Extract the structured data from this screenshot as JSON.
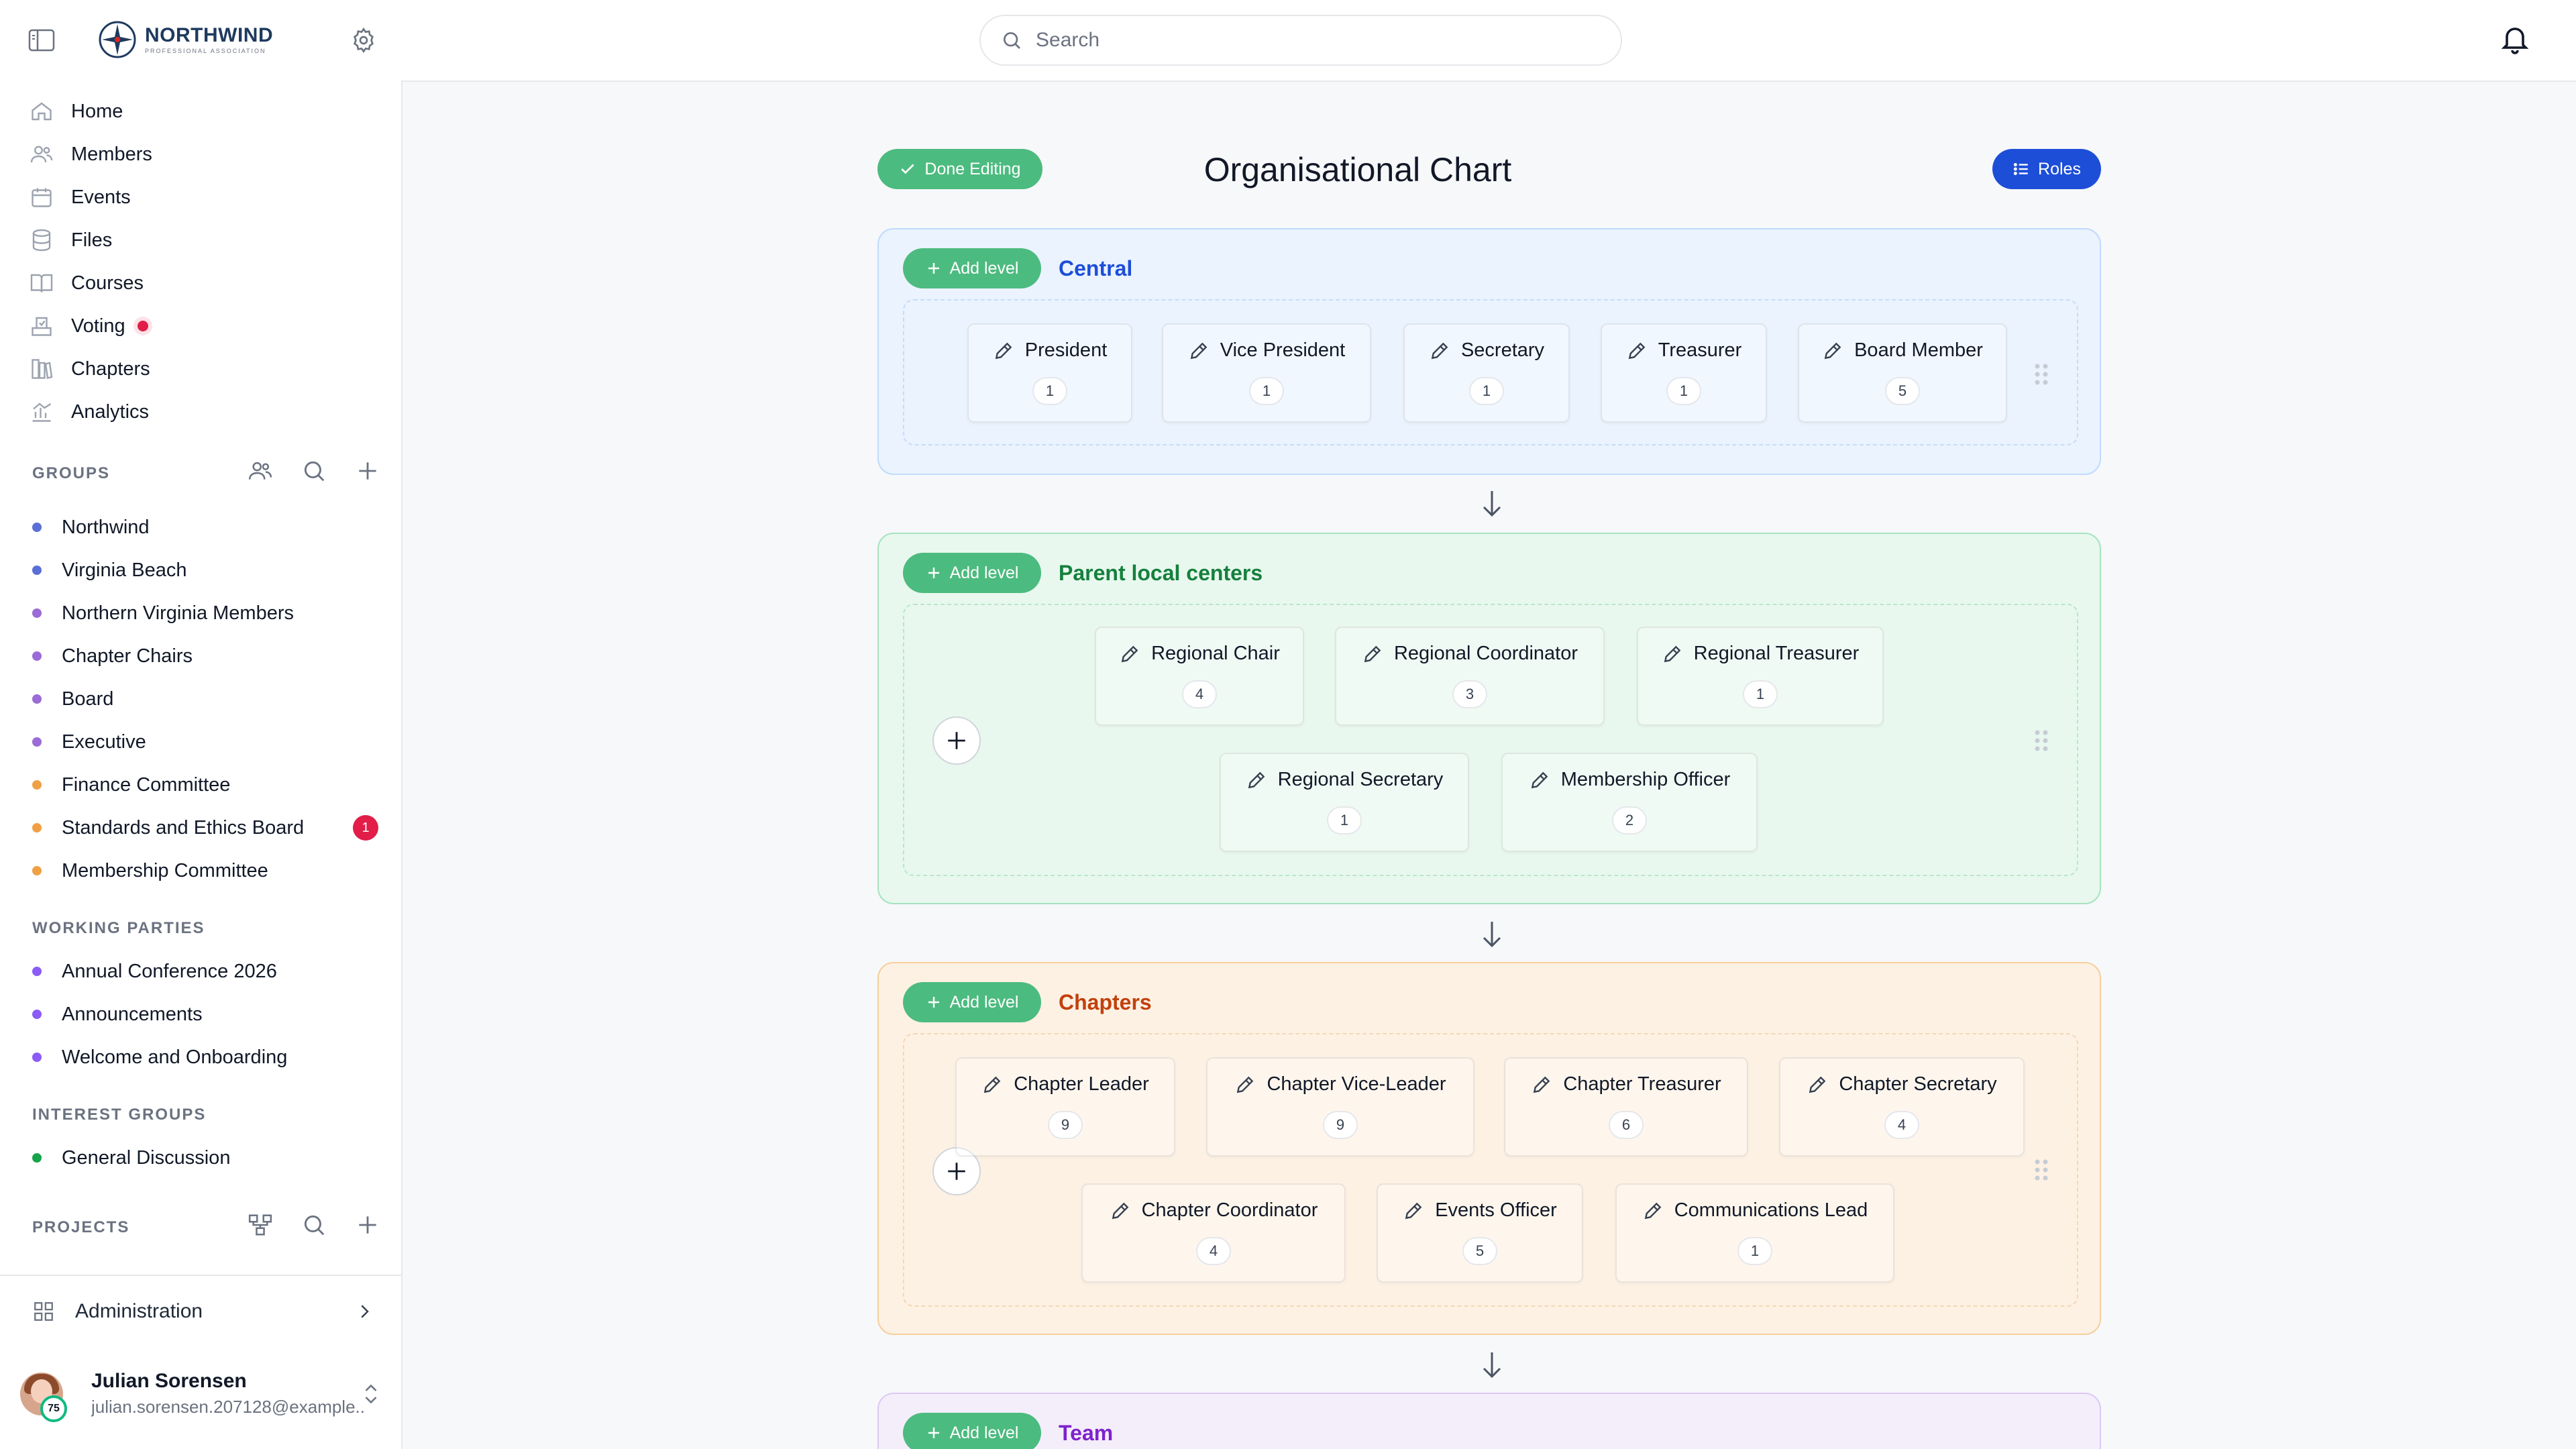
{
  "brand": {
    "name": "NORTHWIND",
    "subtitle": "PROFESSIONAL ASSOCIATION"
  },
  "search": {
    "placeholder": "Search"
  },
  "nav": [
    {
      "label": "Home",
      "icon": "home-icon"
    },
    {
      "label": "Members",
      "icon": "members-icon"
    },
    {
      "label": "Events",
      "icon": "calendar-icon"
    },
    {
      "label": "Files",
      "icon": "database-icon"
    },
    {
      "label": "Courses",
      "icon": "book-icon"
    },
    {
      "label": "Voting",
      "icon": "ballot-icon"
    },
    {
      "label": "Chapters",
      "icon": "chapters-icon"
    },
    {
      "label": "Analytics",
      "icon": "analytics-icon"
    }
  ],
  "groups": {
    "header": "GROUPS",
    "items": [
      {
        "label": "Northwind",
        "color": "#5b6fd6"
      },
      {
        "label": "Virginia Beach",
        "color": "#5b6fd6"
      },
      {
        "label": "Northern Virginia Members",
        "color": "#9b6bd6"
      },
      {
        "label": "Chapter Chairs",
        "color": "#9b6bd6"
      },
      {
        "label": "Board",
        "color": "#9b6bd6"
      },
      {
        "label": "Executive",
        "color": "#9b6bd6"
      },
      {
        "label": "Finance Committee",
        "color": "#f0a044"
      },
      {
        "label": "Standards and Ethics Board",
        "color": "#f0a044",
        "badge": "1"
      },
      {
        "label": "Membership Committee",
        "color": "#f0a044"
      }
    ]
  },
  "working_parties": {
    "header": "WORKING PARTIES",
    "items": [
      {
        "label": "Annual Conference 2026",
        "color": "#8b5cf6"
      },
      {
        "label": "Announcements",
        "color": "#8b5cf6"
      },
      {
        "label": "Welcome and Onboarding",
        "color": "#8b5cf6"
      }
    ]
  },
  "interest_groups": {
    "header": "INTEREST GROUPS",
    "items": [
      {
        "label": "General Discussion",
        "color": "#16a34a"
      }
    ]
  },
  "projects": {
    "header": "PROJECTS"
  },
  "admin": {
    "label": "Administration"
  },
  "user": {
    "name": "Julian Sorensen",
    "email": "julian.sorensen.207128@example....",
    "level": "75"
  },
  "page": {
    "title": "Organisational Chart",
    "done_label": "Done Editing",
    "roles_label": "Roles"
  },
  "levels": [
    {
      "name": "Central",
      "add_label": "Add level",
      "roles": [
        {
          "title": "President",
          "count": "1"
        },
        {
          "title": "Vice President",
          "count": "1"
        },
        {
          "title": "Secretary",
          "count": "1"
        },
        {
          "title": "Treasurer",
          "count": "1"
        },
        {
          "title": "Board Member",
          "count": "5"
        }
      ]
    },
    {
      "name": "Parent local centers",
      "add_label": "Add level",
      "roles": [
        {
          "title": "Regional Chair",
          "count": "4"
        },
        {
          "title": "Regional Coordinator",
          "count": "3"
        },
        {
          "title": "Regional Treasurer",
          "count": "1"
        },
        {
          "title": "Regional Secretary",
          "count": "1"
        },
        {
          "title": "Membership Officer",
          "count": "2"
        }
      ]
    },
    {
      "name": "Chapters",
      "add_label": "Add level",
      "roles": [
        {
          "title": "Chapter Leader",
          "count": "9"
        },
        {
          "title": "Chapter Vice-Leader",
          "count": "9"
        },
        {
          "title": "Chapter Treasurer",
          "count": "6"
        },
        {
          "title": "Chapter Secretary",
          "count": "4"
        },
        {
          "title": "Chapter Coordinator",
          "count": "4"
        },
        {
          "title": "Events Officer",
          "count": "5"
        },
        {
          "title": "Communications Lead",
          "count": "1"
        }
      ]
    },
    {
      "name": "Team",
      "add_label": "Add level",
      "roles": []
    }
  ]
}
